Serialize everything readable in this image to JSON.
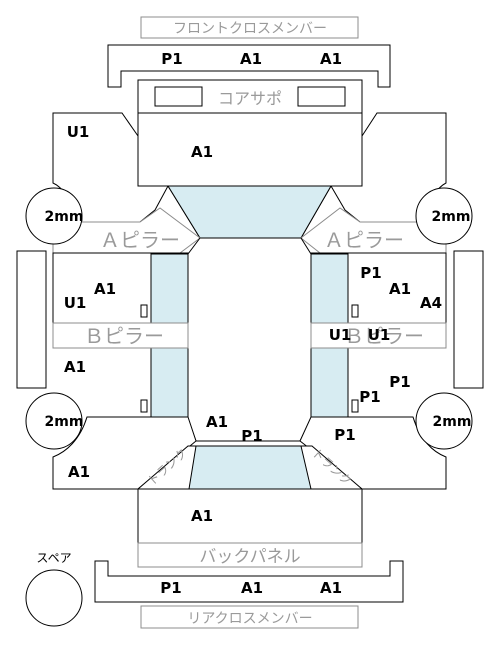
{
  "labels": {
    "front_cross_member": "フロントクロスメンバー",
    "core_support": "コアサポ",
    "a_pillar_left": "Ａピラー",
    "a_pillar_right": "Ａピラー",
    "b_pillar_left": "Ｂピラー",
    "b_pillar_right": "Ｂピラー",
    "back_panel": "バックパネル",
    "rear_cross_member": "リアクロスメンバー",
    "spare": "スペア",
    "trunk_left": "トランク",
    "trunk_right": "トランク"
  },
  "measurements": {
    "front_left": "2mm",
    "front_right": "2mm",
    "rear_left": "2mm",
    "rear_right": "2mm"
  },
  "codes": {
    "front_cross": [
      "P1",
      "A1",
      "A1"
    ],
    "front_left_fender": "U1",
    "hood": "A1",
    "front_left_door": [
      "U1",
      "A1"
    ],
    "front_right_door": [
      "P1",
      "A1",
      "A4"
    ],
    "b_pillar_right": [
      "U1",
      "U1"
    ],
    "rear_left_door": "A1",
    "rear_right_door": [
      "P1",
      "P1"
    ],
    "roof": [
      "A1",
      "P1"
    ],
    "right_quarter": "P1",
    "left_quarter": "A1",
    "trunk_lid": "A1",
    "rear_cross": [
      "P1",
      "A1",
      "A1"
    ]
  }
}
